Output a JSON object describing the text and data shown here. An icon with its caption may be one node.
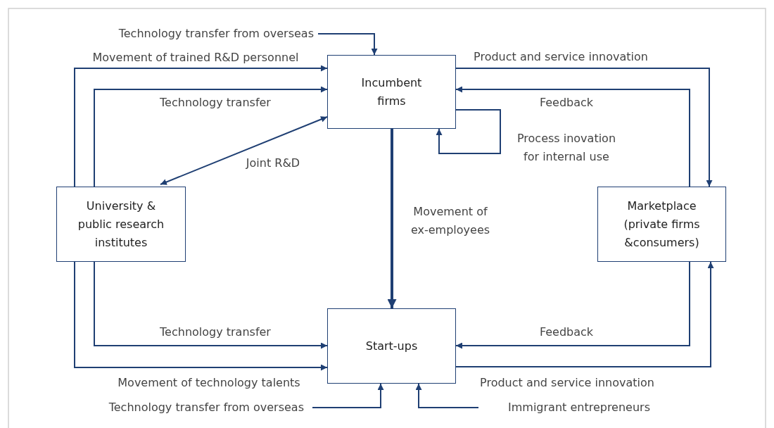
{
  "diagram": {
    "nodes": [
      {
        "text": [
          "Incumbent firms"
        ]
      },
      {
        "text": [
          "University & public research institutes"
        ]
      },
      {
        "text": [
          "Marketplace (private firms &consumers)"
        ]
      },
      {
        "text": [
          "Start-ups"
        ]
      },
      {
        "text": [
          "Technology transfer from overseas"
        ]
      },
      {
        "text": [
          "Technology transfer from overseas"
        ]
      },
      {
        "text": [
          "Immigrant entrepreneurs"
        ]
      }
    ],
    "edges": [
      {
        "from": 4,
        "to": 0,
        "arrow": "to"
      },
      {
        "from": 1,
        "to": 0,
        "arrow": "to",
        "label": "Movement of trained R&D personnel"
      },
      {
        "from": 1,
        "to": 0,
        "arrow": "to",
        "label": "Technology transfer"
      },
      {
        "from": 1,
        "to": 0,
        "arrow": "both",
        "label": "Joint R&D"
      },
      {
        "from": 0,
        "to": 0,
        "arrow": "to",
        "label": "Process inovation for internal use"
      },
      {
        "from": 0,
        "to": 2,
        "arrow": "to",
        "label": "Product and service innovation"
      },
      {
        "from": 2,
        "to": 0,
        "arrow": "to",
        "label": "Feedback"
      },
      {
        "from": 0,
        "to": 3,
        "arrow": "to",
        "label": "Movement of ex-employees",
        "style": "thick"
      },
      {
        "from": 1,
        "to": 3,
        "arrow": "to",
        "label": "Technology transfer"
      },
      {
        "from": 1,
        "to": 3,
        "arrow": "to",
        "label": "Movement of technology talents"
      },
      {
        "from": 2,
        "to": 3,
        "arrow": "to",
        "label": "Feedback"
      },
      {
        "from": 3,
        "to": 2,
        "arrow": "to",
        "label": "Product and service innovation"
      },
      {
        "from": 5,
        "to": 3,
        "arrow": "to"
      },
      {
        "from": 6,
        "to": 3,
        "arrow": "to"
      }
    ]
  }
}
